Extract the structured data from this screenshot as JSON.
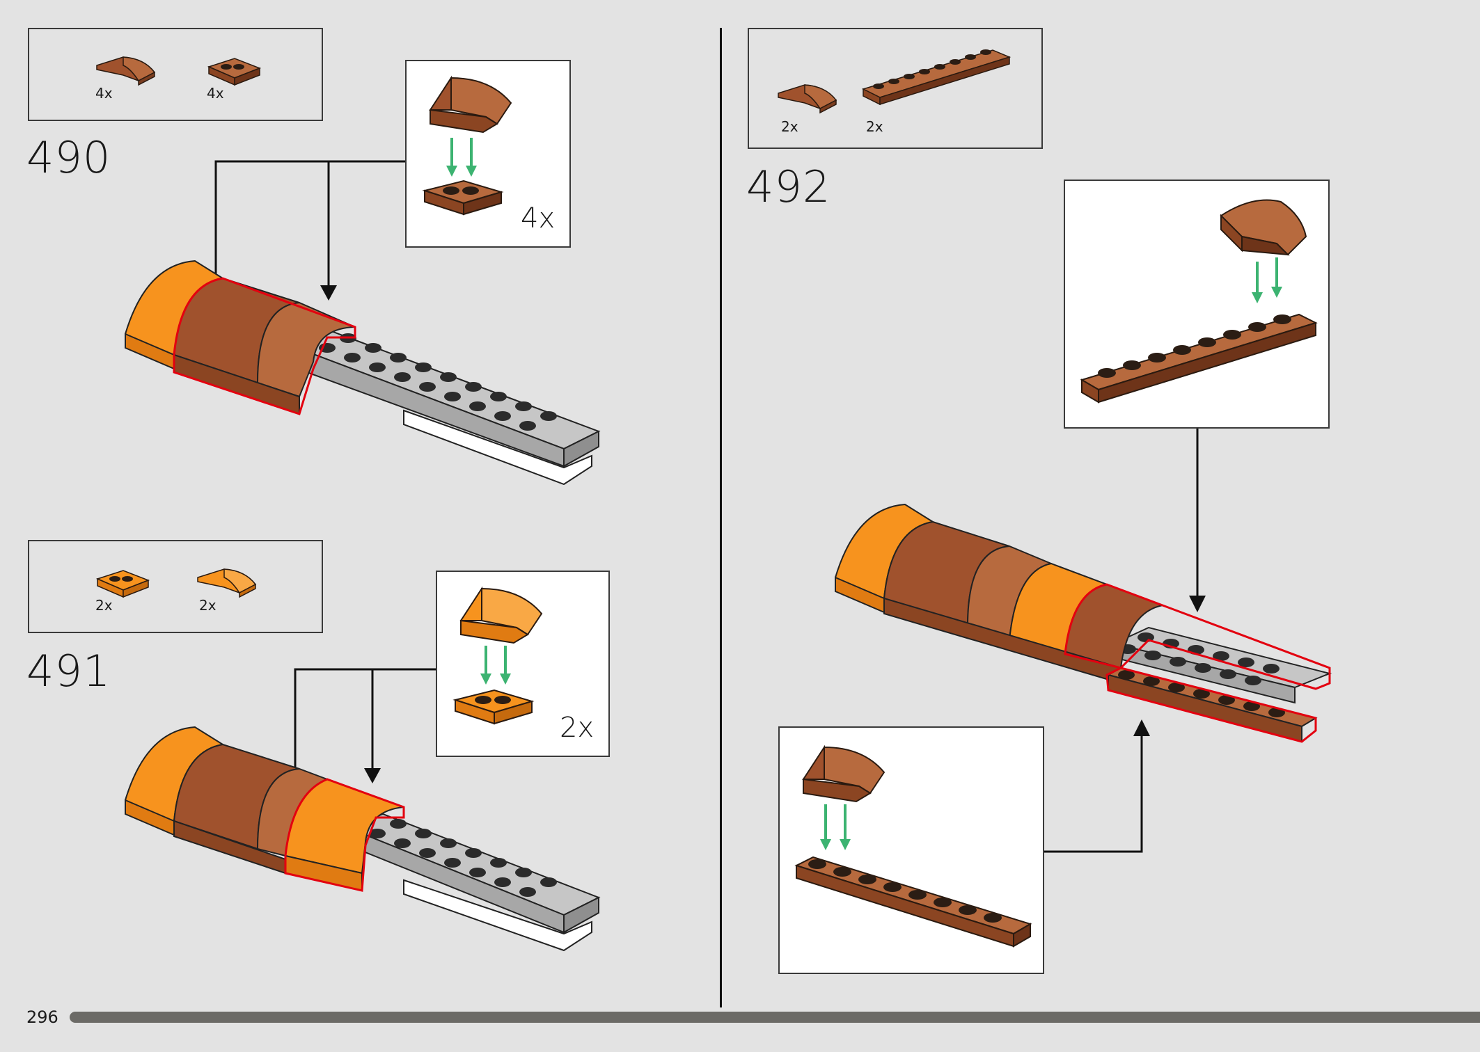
{
  "page": {
    "number": "296"
  },
  "steps": [
    {
      "number": "490",
      "parts": [
        {
          "icon": "reddish-brown-curved-slope-1x2-icon",
          "qty": "4x"
        },
        {
          "icon": "reddish-brown-plate-1x2-icon",
          "qty": "4x"
        }
      ],
      "callout": {
        "multiplier": "4x"
      }
    },
    {
      "number": "491",
      "parts": [
        {
          "icon": "orange-plate-1x2-icon",
          "qty": "2x"
        },
        {
          "icon": "orange-curved-slope-1x2-icon",
          "qty": "2x"
        }
      ],
      "callout": {
        "multiplier": "2x"
      }
    },
    {
      "number": "492",
      "parts": [
        {
          "icon": "reddish-brown-curved-slope-1x2-icon",
          "qty": "2x"
        },
        {
          "icon": "reddish-brown-plate-1x8-with-rail-icon",
          "qty": "2x"
        }
      ]
    }
  ],
  "colors": {
    "background": "#e3e3e3",
    "reddish_brown": "#a0522d",
    "orange": "#f7931e",
    "light_gray": "#a7a7a7",
    "highlight_red": "#e3000f",
    "arrow_green": "#3cb371",
    "progress_bar": "#6b6a66"
  }
}
